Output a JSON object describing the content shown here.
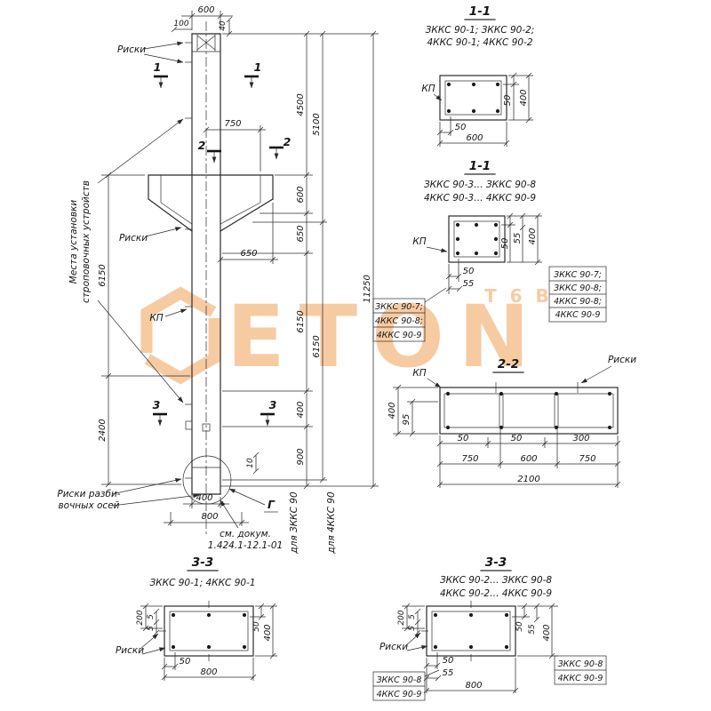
{
  "watermark": {
    "brand": "ETON",
    "small": "Т 6 В"
  },
  "main": {
    "cuts": {
      "c1": "1",
      "c2": "2",
      "c3": "3"
    },
    "dims": {
      "top600": "600",
      "top100": "100",
      "top40": "40",
      "d750": "750",
      "d650corbel": "650",
      "right4500": "4500",
      "right600": "600",
      "right650": "650",
      "right6150": "6150",
      "right400": "400",
      "right900": "900",
      "mid5100": "5100",
      "mid6150": "6150",
      "total11250": "11250",
      "left6150": "6150",
      "left2400": "2400",
      "d10": "10",
      "bottom400": "400",
      "bottom800": "800"
    },
    "labels": {
      "riski_top": "Риски",
      "riski_mid": "Риски",
      "kp": "КП",
      "mesta1": "Места установки",
      "mesta2": "строповочных устройств",
      "riski_axes1": "Риски разби-",
      "riski_axes2": "вочных осей",
      "detail_mark": "Г",
      "doc1": "см. докум.",
      "doc2": "1.424.1-12.1-01",
      "for_3kks": "для ЗККС 90",
      "for_4kks": "для 4ККС 90"
    }
  },
  "sec11a": {
    "title": "1-1",
    "sub1": "ЗККС 90-1;  ЗККС 90-2;",
    "sub2": "4ККС 90-1;  4ККС 90-2",
    "kp": "КП",
    "dims": {
      "v50": "50",
      "v400": "400",
      "h50": "50",
      "h600": "600"
    }
  },
  "sec11b": {
    "title": "1-1",
    "sub1": "ЗККС 90-3…  ЗККС 90-8",
    "sub2": "4ККС 90-3…  4ККС 90-9",
    "kp": "КП",
    "dims": {
      "v50": "50",
      "v55": "55",
      "v400": "400",
      "h50": "50",
      "h55": "55"
    },
    "list_left": [
      "ЗККС 90-7;",
      "4ККС 90-8;",
      "4ККС 90-9"
    ],
    "list_right": [
      "ЗККС 90-7;",
      "ЗККС 90-8;",
      "4ККС 90-8;",
      "4ККС 90-9"
    ]
  },
  "sec22": {
    "title": "2-2",
    "kp": "КП",
    "riski": "Риски",
    "dims": {
      "v400": "400",
      "v95": "95",
      "h50a": "50",
      "h50b": "50",
      "h300": "300",
      "h750a": "750",
      "h600": "600",
      "h750b": "750",
      "h2100": "2100"
    }
  },
  "sec33a": {
    "title": "3-3",
    "sub1": "ЗККС 90-1;  4ККС 90-1",
    "riski": "Риски",
    "dims": {
      "v200": "200",
      "v5a": "5",
      "v5b": "5",
      "r50": "50",
      "r400": "400",
      "h50": "50",
      "h800": "800"
    }
  },
  "sec33b": {
    "title": "3-3",
    "sub1": "ЗККС 90-2…  ЗККС 90-8",
    "sub2": "4ККС 90-2…  4ККС 90-9",
    "riski": "Риски",
    "dims": {
      "v200": "200",
      "v5a": "5",
      "v5b": "5",
      "r50": "50",
      "r55": "55",
      "r400": "400",
      "h50": "50",
      "h55": "55",
      "h800": "800"
    },
    "list_left": [
      "ЗККС 90-8",
      "4ККС 90-9"
    ],
    "list_right": [
      "ЗККС 90-8",
      "4ККС 90-9"
    ]
  }
}
